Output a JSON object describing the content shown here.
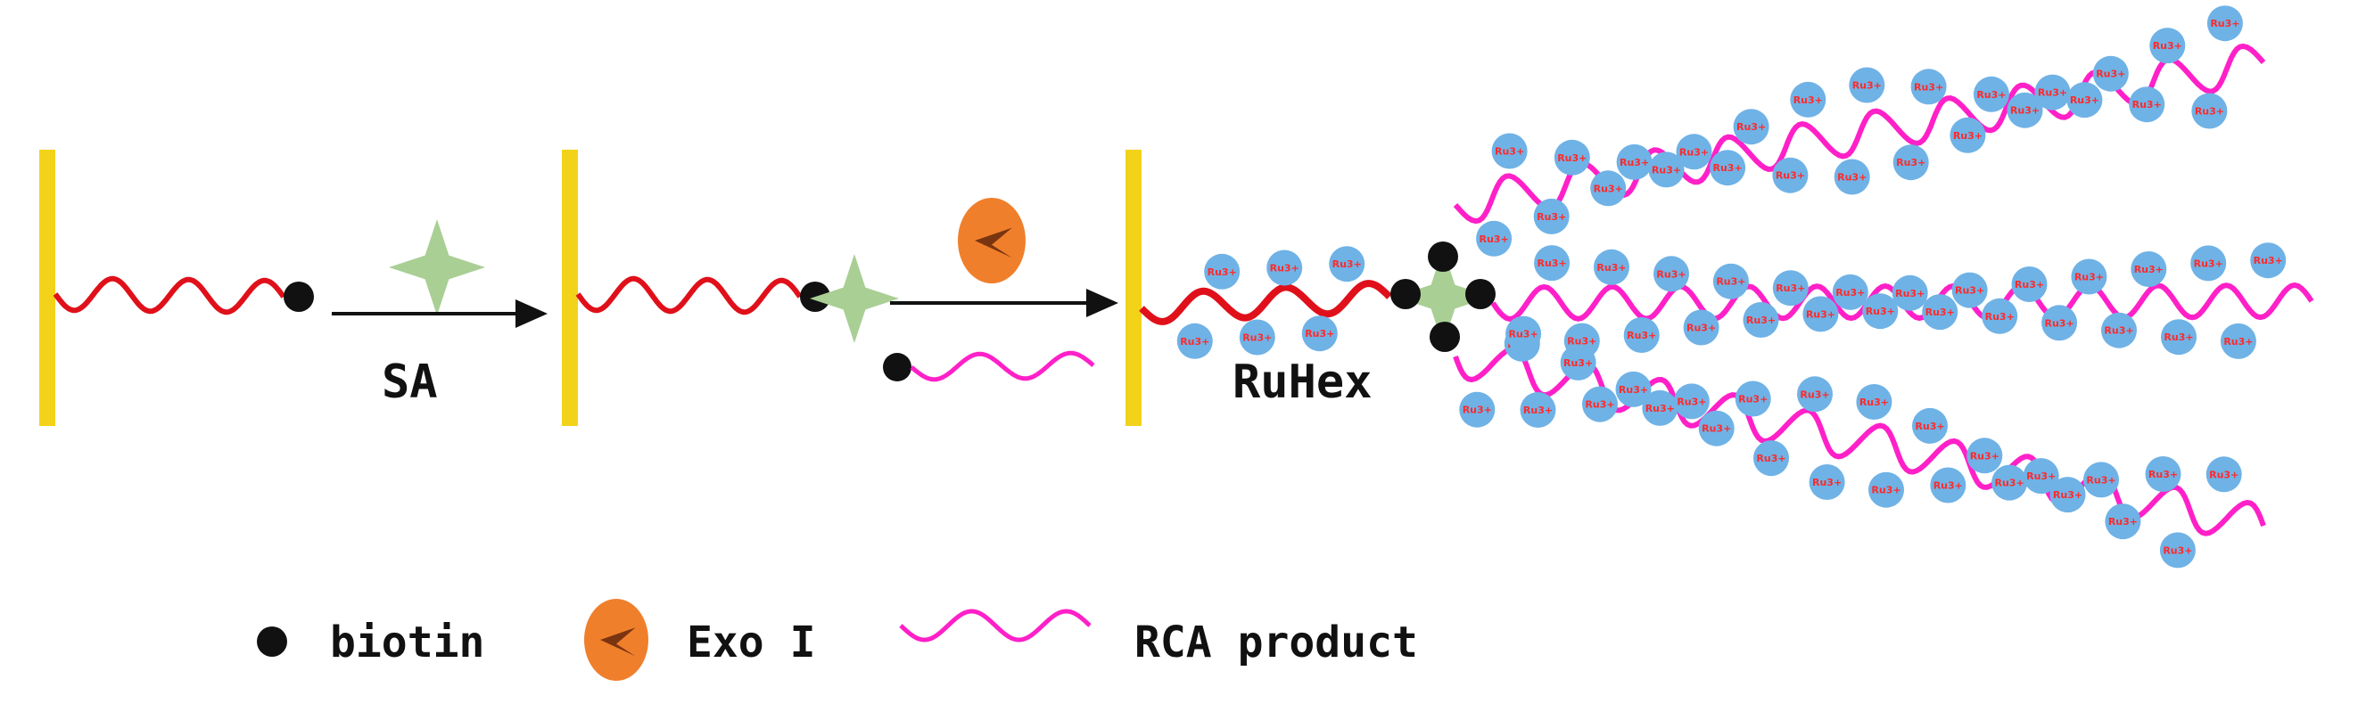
{
  "steps": {
    "step1_label": "SA",
    "step3_label": "RuHex"
  },
  "bead_text": "Ru3+",
  "legend": {
    "biotin": "biotin",
    "exo": "Exo I",
    "rca": "RCA product"
  },
  "colors": {
    "electrode": "#f3d21a",
    "probe": "#e0101a",
    "rca": "#ff20c8",
    "sa": "#a9cf95",
    "exo": "#f07f2b",
    "exo_mouth": "#7a3510",
    "bead": "#6fb2e6",
    "biotin": "#111111"
  },
  "icons": [
    "electrode-bar",
    "star-icon",
    "exo-icon",
    "biotin-dot",
    "ruhex-bead"
  ]
}
